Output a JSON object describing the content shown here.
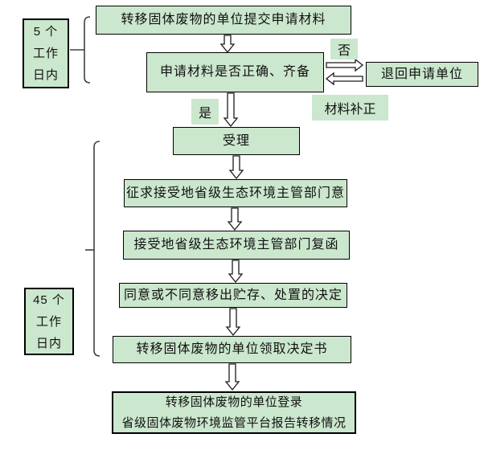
{
  "palette": {
    "box_fill": "#cbe7cd",
    "box_border": "#000000",
    "text_color": "#111111",
    "arrow_fill": "#ffffff",
    "arrow_stroke": "#1a1a1a",
    "background": "#ffffff"
  },
  "flow": {
    "durations": {
      "top": {
        "lines": [
          "5 个",
          "工作",
          "日内"
        ]
      },
      "bottom": {
        "lines": [
          "45 个",
          "工作",
          "日内"
        ]
      }
    },
    "steps": {
      "submit": "转移固体废物的单位提交申请材料",
      "check": "申请材料是否正确、齐备",
      "return_unit": "退回申请单位",
      "accept": "受理",
      "consult": "征求接受地省级生态环境主管部门意",
      "reply": "接受地省级生态环境主管部门复函",
      "decision": "同意或不同意移出贮存、处置的决定",
      "receive": "转移固体废物的单位领取决定书",
      "report": {
        "line1": "转移固体废物的单位登录",
        "line2": "省级固体废物环境监管平台报告转移情况"
      }
    },
    "labels": {
      "no": "否",
      "yes": "是",
      "supplement": "材料补正"
    }
  }
}
